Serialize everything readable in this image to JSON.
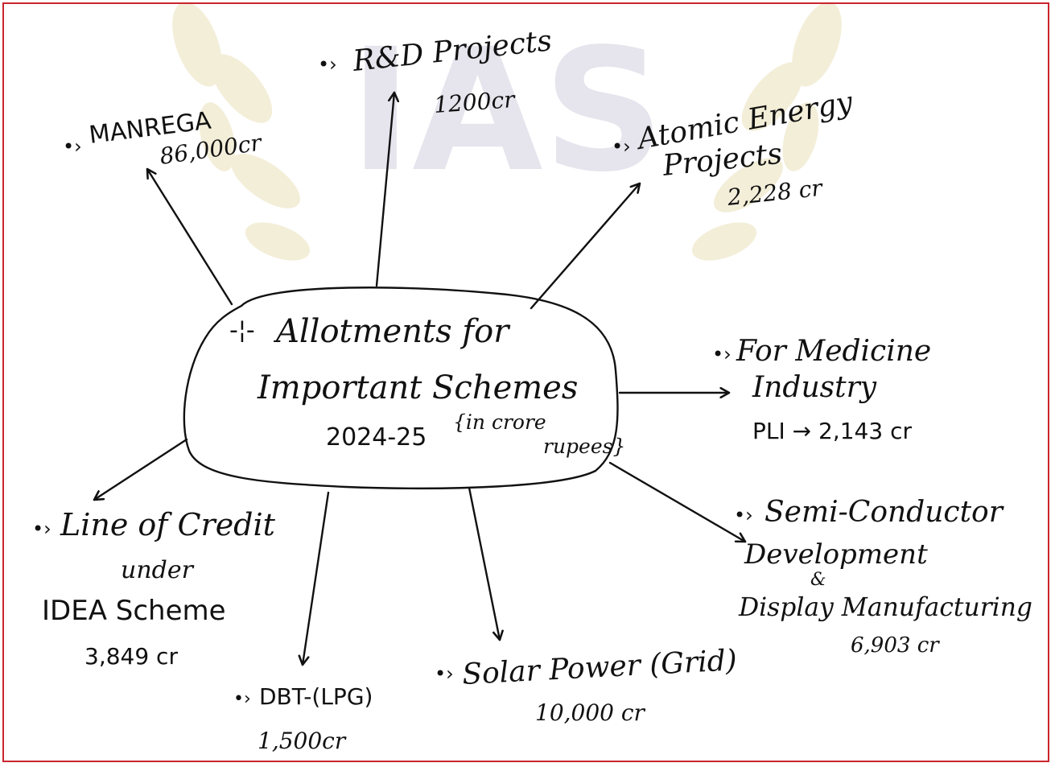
{
  "colors": {
    "ink": "#111111",
    "frame": "#c9252e",
    "watermark_leaf": "#f3eed8",
    "watermark_text": "#e6e4ec"
  },
  "watermark": {
    "text": "IAS"
  },
  "center": {
    "marker": "-¦-",
    "title_line1": "Allotments for",
    "title_line2": "Important Schemes",
    "year": "2024-25",
    "unit_line1": "{in crore",
    "unit_line2": "rupees}"
  },
  "nodes": {
    "manrega": {
      "bullet": "•›",
      "name": "MANREGA",
      "amount": "86,000cr"
    },
    "rnd": {
      "bullet": "•›",
      "name": "R&D Projects",
      "amount": "1200cr"
    },
    "atomic": {
      "bullet": "•›",
      "name_line1": "Atomic Energy",
      "name_line2": "Projects",
      "amount": "2,228 cr"
    },
    "medicine": {
      "bullet": "•›",
      "name_line1": "For Medicine",
      "name_line2": "Industry",
      "amount": "PLI → 2,143 cr"
    },
    "semiconductor": {
      "bullet": "•›",
      "name_line1": "Semi-Conductor",
      "name_line2": "Development",
      "connector": "&",
      "name_line3": "Display Manufacturing",
      "amount": "6,903 cr"
    },
    "solar": {
      "bullet": "•›",
      "name": "Solar Power (Grid)",
      "amount": "10,000 cr"
    },
    "dbt": {
      "bullet": "•›",
      "name": "DBT-(LPG)",
      "amount": "1,500cr"
    },
    "idea": {
      "bullet": "•›",
      "name_line1": "Line of Credit",
      "name_line2": "under",
      "name_line3": "IDEA Scheme",
      "amount": "3,849 cr"
    }
  }
}
